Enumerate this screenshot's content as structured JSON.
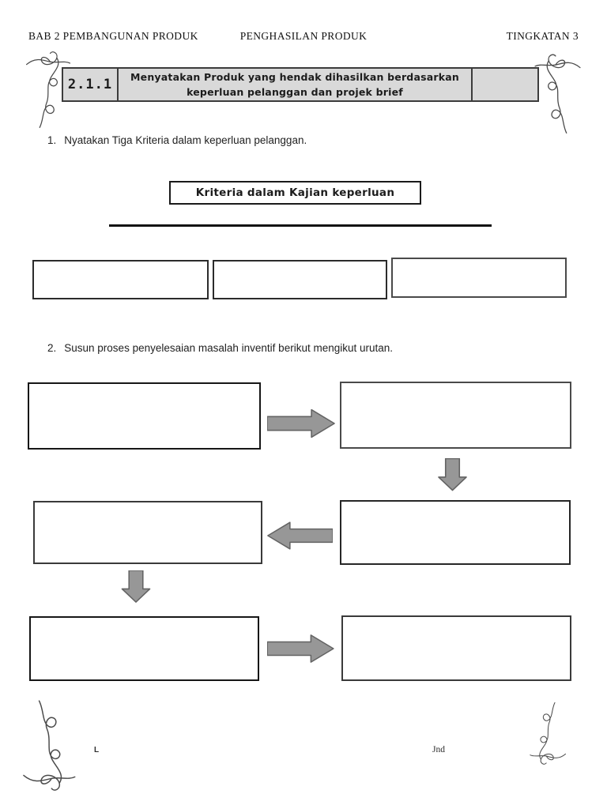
{
  "header": {
    "left": "BAB 2 PEMBANGUNAN PRODUK",
    "center": "PENGHASILAN PRODUK",
    "right": "TINGKATAN 3"
  },
  "objective_box": {
    "code": "2.1.1",
    "line1": "Menyatakan Produk yang hendak dihasilkan berdasarkan",
    "line2": "keperluan pelanggan dan projek brief"
  },
  "question1": {
    "number": "1.",
    "text": "Nyatakan Tiga Kriteria dalam keperluan pelanggan."
  },
  "criteria_heading": "Kriteria dalam Kajian keperluan",
  "question2": {
    "number": "2.",
    "text": "Susun proses penyelesaian masalah inventif berikut mengikut urutan."
  },
  "answer_row": {
    "box_count": 3,
    "boxes": [
      "",
      "",
      ""
    ]
  },
  "flowchart": {
    "box_count": 6,
    "boxes": [
      "",
      "",
      "",
      "",
      "",
      ""
    ],
    "arrow_directions": [
      "right",
      "down",
      "left",
      "down",
      "right"
    ]
  },
  "footer": {
    "left_mark": "L",
    "right_mark": "Jnd"
  },
  "colors": {
    "objective_fill": "#d9d9d9",
    "objective_border": "#3c3c3c",
    "box_border": "#2b2b2b",
    "arrow_fill": "#979797",
    "arrow_stroke": "#636363",
    "text": "#1c1c1c"
  }
}
